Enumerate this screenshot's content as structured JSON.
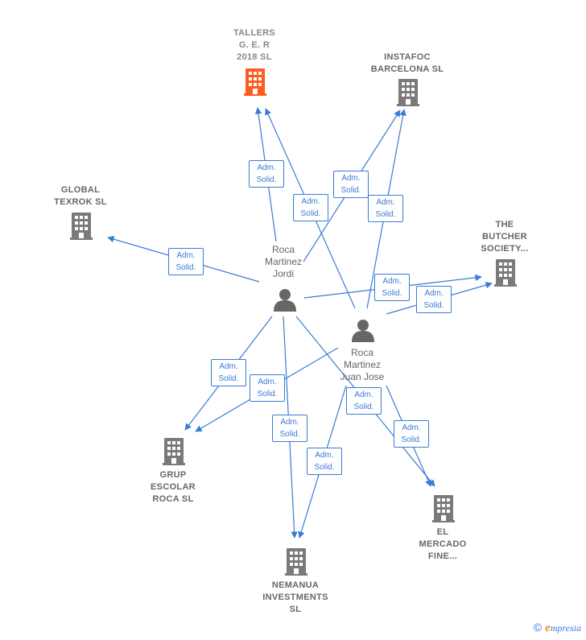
{
  "companies": [
    {
      "id": "tallers",
      "label": "TALLERS\nG.  E. R\n2018  SL",
      "color": "#ff5a1f"
    },
    {
      "id": "instafoc",
      "label": "INSTAFOC\nBARCELONA SL",
      "color": "#7a7a7a"
    },
    {
      "id": "global",
      "label": "GLOBAL\nTEXROK  SL",
      "color": "#7a7a7a"
    },
    {
      "id": "butcher",
      "label": "THE\nBUTCHER\nSOCIETY...",
      "color": "#7a7a7a"
    },
    {
      "id": "grup",
      "label": "GRUP\nESCOLAR\nROCA  SL",
      "color": "#7a7a7a"
    },
    {
      "id": "nemanua",
      "label": "NEMANUA\nINVESTMENTS\nSL",
      "color": "#7a7a7a"
    },
    {
      "id": "mercado",
      "label": "EL\nMERCADO\nFINE...",
      "color": "#7a7a7a"
    }
  ],
  "persons": [
    {
      "id": "jordi",
      "label": "Roca\nMartinez\nJordi",
      "color": "#666666"
    },
    {
      "id": "juanjose",
      "label": "Roca\nMartinez\nJuan Jose",
      "color": "#666666"
    }
  ],
  "edge_label": "Adm.\nSolid.",
  "edges": [
    {
      "from": "jordi",
      "to": "tallers"
    },
    {
      "from": "jordi",
      "to": "instafoc"
    },
    {
      "from": "jordi",
      "to": "global"
    },
    {
      "from": "jordi",
      "to": "butcher"
    },
    {
      "from": "jordi",
      "to": "grup"
    },
    {
      "from": "jordi",
      "to": "nemanua"
    },
    {
      "from": "jordi",
      "to": "mercado"
    },
    {
      "from": "juanjose",
      "to": "tallers"
    },
    {
      "from": "juanjose",
      "to": "instafoc"
    },
    {
      "from": "juanjose",
      "to": "butcher"
    },
    {
      "from": "juanjose",
      "to": "grup"
    },
    {
      "from": "juanjose",
      "to": "nemanua"
    },
    {
      "from": "juanjose",
      "to": "mercado"
    }
  ],
  "colors": {
    "edge": "#3a7bd5",
    "highlight": "#ff5a1f",
    "company": "#7a7a7a",
    "person": "#666666"
  },
  "brand": {
    "copyright": "©",
    "name": "mpresia",
    "initial": "e"
  }
}
